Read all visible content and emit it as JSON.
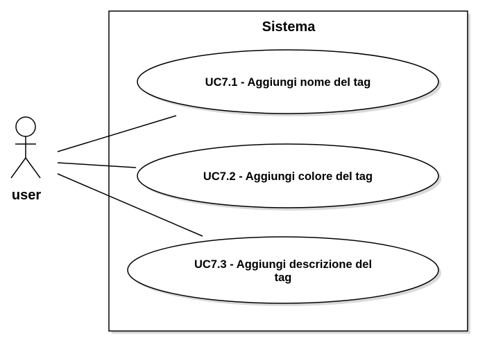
{
  "system": {
    "title": "Sistema"
  },
  "actor": {
    "name": "user"
  },
  "use_cases": [
    {
      "label": "UC7.1 - Aggiungi nome del tag"
    },
    {
      "label": "UC7.2 - Aggiungi colore del tag"
    },
    {
      "label_line1": "UC7.3 - Aggiungi descrizione del",
      "label_line2": "tag"
    }
  ],
  "colors": {
    "stroke": "#000000",
    "shadow": "#d9d9d9",
    "fill": "#ffffff"
  }
}
